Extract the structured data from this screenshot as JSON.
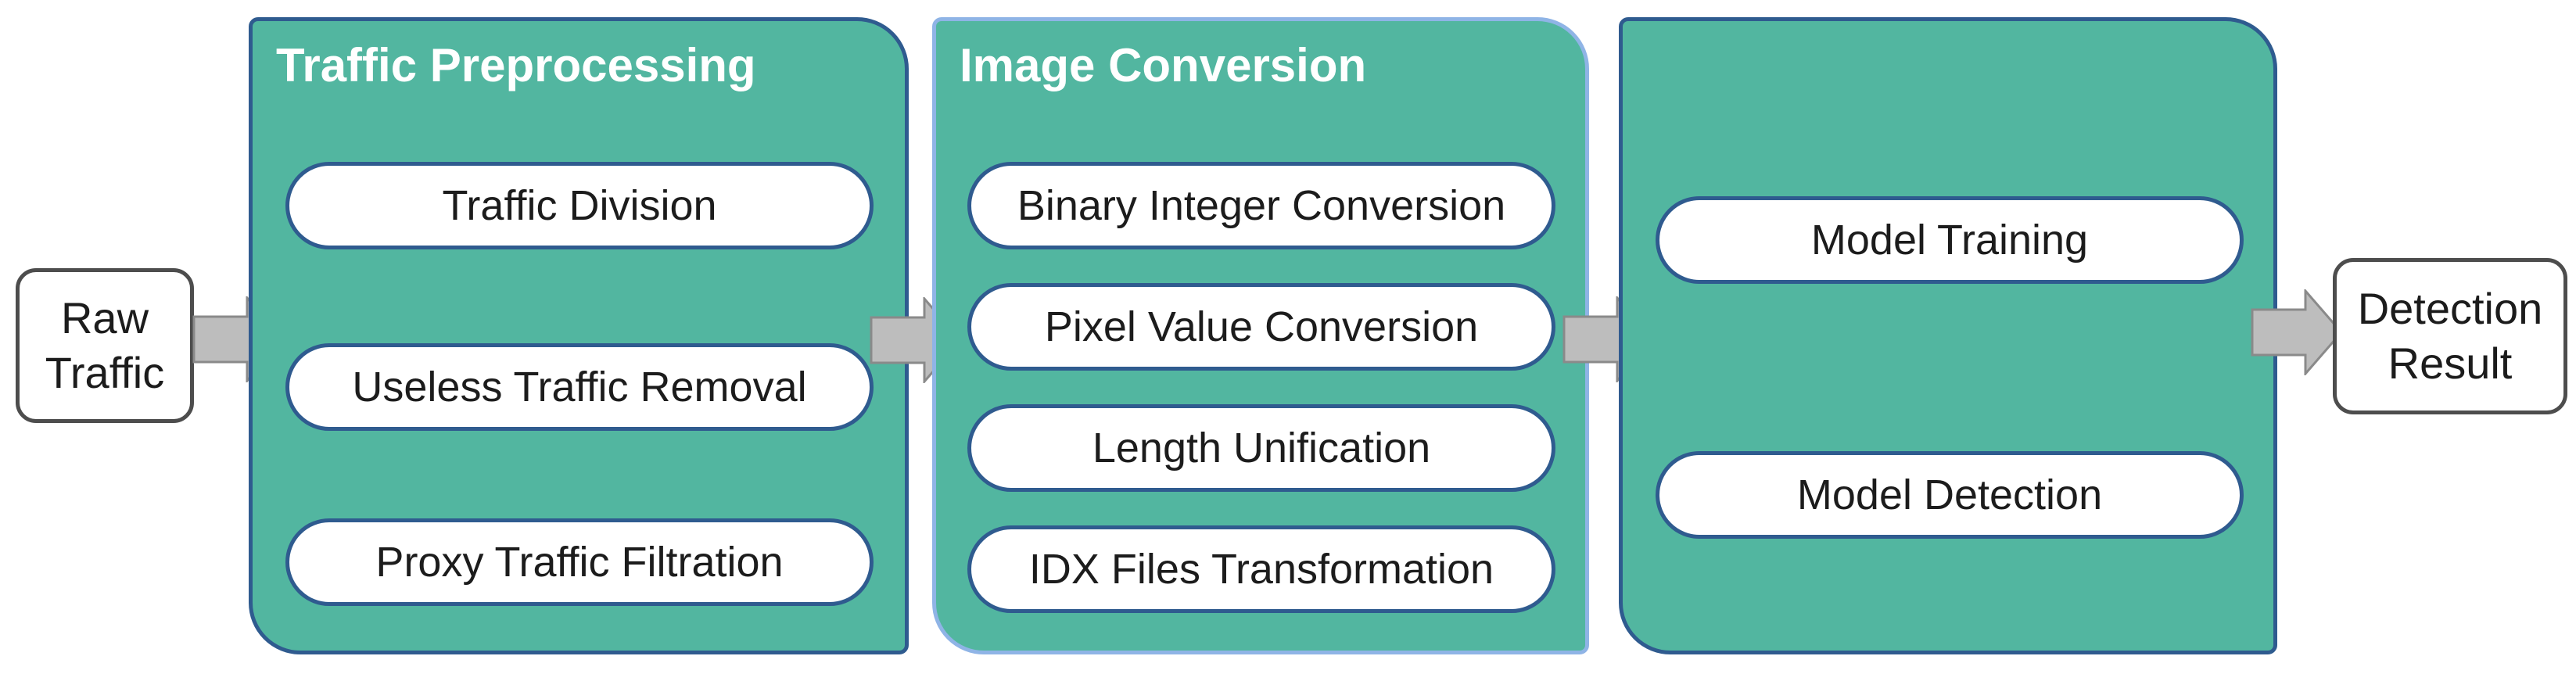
{
  "input": {
    "line1": "Raw",
    "line2": "Traffic"
  },
  "output": {
    "line1": "Detection",
    "line2": "Result"
  },
  "stages": [
    {
      "title": "Traffic Preprocessing",
      "steps": [
        "Traffic Division",
        "Useless Traffic Removal",
        "Proxy Traffic Filtration"
      ]
    },
    {
      "title": "Image Conversion",
      "steps": [
        "Binary Integer Conversion",
        "Pixel Value Conversion",
        "Length Unification",
        "IDX Files Transformation"
      ]
    },
    {
      "title": "",
      "steps": [
        "Model Training",
        "Model Detection"
      ]
    }
  ],
  "colors": {
    "panel_fill": "#52b6a0",
    "panel_border": "#2f5b8f",
    "arrow_fill": "#bdbdbd",
    "arrow_stroke": "#8a8a8a"
  }
}
